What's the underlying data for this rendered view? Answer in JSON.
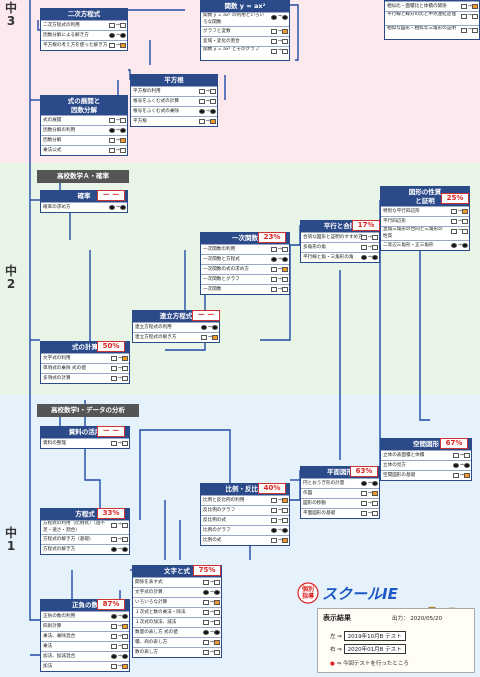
{
  "grades": {
    "g3": "中\n3",
    "g2": "中\n2",
    "g1": "中\n1"
  },
  "colors": {
    "g3": "#fce9ee",
    "g2": "#e8f4e5",
    "g1": "#e6f2fb",
    "header": "#2b4a8a",
    "percent": "#d22222",
    "arrow": "#1f4aa8"
  },
  "cards": [
    {
      "key": "jijo",
      "title": "二次方程式",
      "rows": [
        "二次方程式の利用",
        "因数分解による解き方",
        "平方根の考え方を使った解き方"
      ]
    },
    {
      "key": "kansu3",
      "title": "関数 y = ax²",
      "rows": [
        "関数 y = ax² の利用といろいろな関数",
        "グラフと変数",
        "変域・変化の割合",
        "関数 y = ax² とそのグラフ"
      ]
    },
    {
      "key": "sojin",
      "title": "",
      "rows": [
        "相似比・面積比と体積の関係",
        "平行線と線分の比と中点連結定理",
        "相似な図形・相似な三角形の証明"
      ]
    },
    {
      "key": "heiho",
      "title": "平方根",
      "rows": [
        "平方根の利用",
        "根号をふくむ式の計算",
        "根号をふくむ式の乗除",
        "平方根"
      ]
    },
    {
      "key": "tenkai",
      "title": "式の展開と\n因数分解",
      "rows": [
        "式の展開",
        "因数分解の利用",
        "因数分解",
        "乗法公式"
      ]
    },
    {
      "key": "kakuritsu",
      "title": "確率",
      "rows": [
        "確率の求め方"
      ]
    },
    {
      "key": "zukei",
      "title": "図形の性質\nと証明",
      "rows": [
        "特別な平行四辺形",
        "平行四辺形",
        "直角三角形の合同と三角形の性質",
        "二等辺三角形・正三角形"
      ]
    },
    {
      "key": "heiko",
      "title": "平行と合同",
      "rows": [
        "合同な図形と証明のすすめ方",
        "多角形の角",
        "平行線と角・三角形の角"
      ]
    },
    {
      "key": "ichiji",
      "title": "一次関数",
      "rows": [
        "一次関数の利用",
        "一次関数と方程式",
        "一次関数の式の求め方",
        "一次関数とグラフ",
        "一次関数"
      ]
    },
    {
      "key": "renritsu",
      "title": "連立方程式",
      "rows": [
        "連立方程式の利用",
        "連立方程式の解き方"
      ]
    },
    {
      "key": "shiki",
      "title": "式の計算",
      "rows": [
        "文字式の利用",
        "単項式の乗除 式の値",
        "多項式の計算"
      ]
    },
    {
      "key": "shiryo",
      "title": "資料の活用",
      "rows": [
        "資料の整理"
      ]
    },
    {
      "key": "kukan",
      "title": "空間図形",
      "rows": [
        "立体の表面積と体積",
        "立体の見方",
        "空間図形の基礎"
      ]
    },
    {
      "key": "heimen",
      "title": "平面図形",
      "rows": [
        "円とおうぎ形の計量",
        "作図",
        "図形の移動",
        "平面図形の基礎"
      ]
    },
    {
      "key": "hirei",
      "title": "比例・反比例",
      "rows": [
        "比例と反比例の利用",
        "反比例のグラフ",
        "反比例の式",
        "比例のグラフ",
        "比例の式"
      ]
    },
    {
      "key": "hoteishiki",
      "title": "方程式",
      "rows": [
        "方程式の利用（比例式）（過不足・速さ・割合）",
        "方程式の解き方（基礎）",
        "方程式の解き方"
      ]
    },
    {
      "key": "mojishiki",
      "title": "文字と式",
      "rows": [
        "関係を表す式",
        "文字式の計算",
        "いろいろな計算",
        "１次式と数の乗法・除法",
        "１次式の加法、減法",
        "数量の表し方 式の値",
        "積、商の表し方",
        "数の表し方"
      ]
    },
    {
      "key": "seifu",
      "title": "正負の数",
      "rows": [
        "正負の数の利用",
        "四則計算",
        "乗法、乗除混合",
        "乗法",
        "加法、加減混合",
        "加法"
      ]
    }
  ],
  "percents": {
    "zukei": "25%",
    "heiko": "17%",
    "ichiji": "23%",
    "renritsu": "ー ー",
    "shiki": "50%",
    "kakuritsu": "ー ー",
    "shiryo": "ー ー",
    "kukan": "67%",
    "heimen": "63%",
    "hirei": "40%",
    "hoteishiki": "33%",
    "mojishiki": "75%",
    "seifu": "87%"
  },
  "tags": {
    "kakuA": "高校数学Ａ・確率",
    "kakuI": "高校数学Ⅰ・データの分析"
  },
  "logo": {
    "line1": "個別",
    "line2": "指導",
    "brand": "スクールIE"
  },
  "legend": {
    "title": "表示結果",
    "output_label": "出力：",
    "output_date": "2020/05/20",
    "left_label": "左",
    "left_value": "2019年10月B テスト",
    "right_label": "右",
    "right_value": "2020年01月B テスト",
    "note": "⇒ 今回テストを行ったところ",
    "arrow": "⇒"
  }
}
